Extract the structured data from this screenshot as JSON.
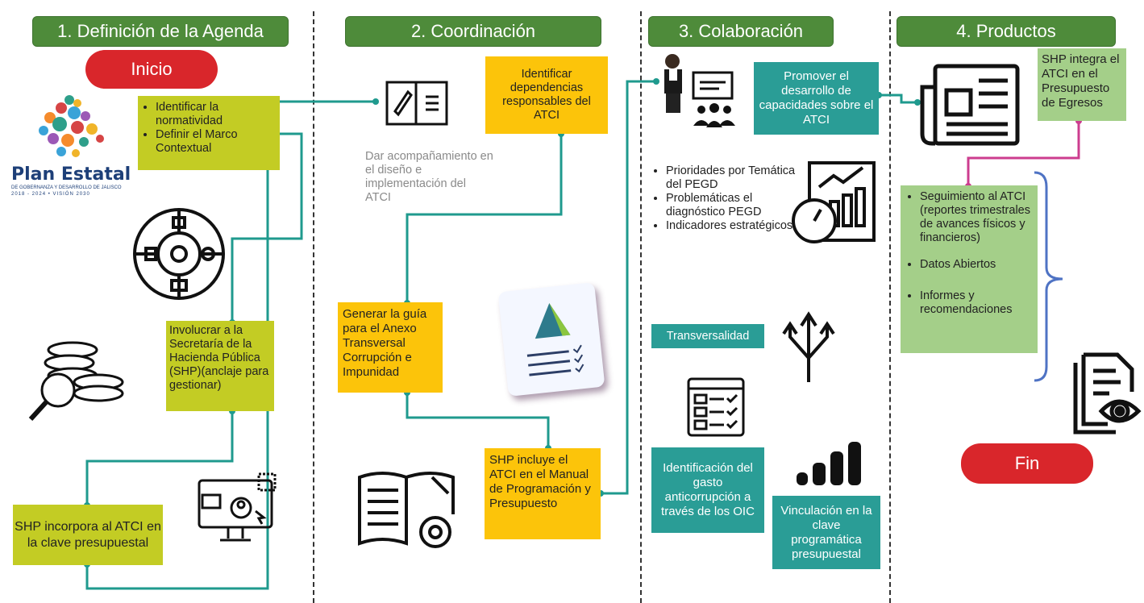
{
  "headers": [
    "1. Definición de la Agenda",
    "2. Coordinación",
    "3. Colaboración",
    "4. Productos"
  ],
  "start_label": "Inicio",
  "end_label": "Fin",
  "logo": {
    "name": "Plan Estatal",
    "subtitle": "DE GOBERNANZA Y DESARROLLO DE JALISCO",
    "years": "2018 - 2024 • VISIÓN 2030"
  },
  "agenda": {
    "box1_items": [
      "Identificar la normatividad",
      "Definir el Marco Contextual"
    ],
    "box2": "Involucrar  a la Secretaría de la Hacienda Pública (SHP)(anclaje para gestionar)",
    "box3": "SHP incorpora al ATCI en la clave presupuestal"
  },
  "coordinacion": {
    "support_text": "Dar acompañamiento en el diseño e implementación del ATCI",
    "identify_box": "Identificar dependencias responsables del ATCI",
    "guide_box": "Generar la guía para el Anexo Transversal Corrupción e Impunidad",
    "manual_box": "SHP incluye el ATCI en el Manual de Programación y Presupuesto"
  },
  "colaboracion": {
    "promote_box": "Promover el desarrollo de capacidades sobre el ATCI",
    "priorities": [
      "Prioridades por Temática del PEGD",
      "Problemáticas el diagnóstico PEGD",
      "Indicadores estratégicos"
    ],
    "transversal_box": "Transversalidad",
    "gasto_box": "Identificación del gasto anticorrupción a través  de los OIC",
    "vinculacion_box": "Vinculación en la clave programática presupuestal"
  },
  "productos": {
    "shp_box": "SHP integra el ATCI en el Presupuesto de Egresos",
    "follow_items": [
      "Seguimiento al ATCI (reportes trimestrales de avances físicos y financieros)",
      "Datos Abiertos",
      "Informes y recomendaciones"
    ]
  },
  "colors": {
    "header_green": "#4e8b3a",
    "pill_red": "#d9262b",
    "olive": "#c3cc24",
    "yellow": "#fcc40a",
    "teal": "#2a9d96",
    "light_green": "#a4cf89",
    "connector_teal": "#1f9a8e",
    "connector_magenta": "#cc3d8f",
    "brace_blue": "#4f73c4"
  }
}
